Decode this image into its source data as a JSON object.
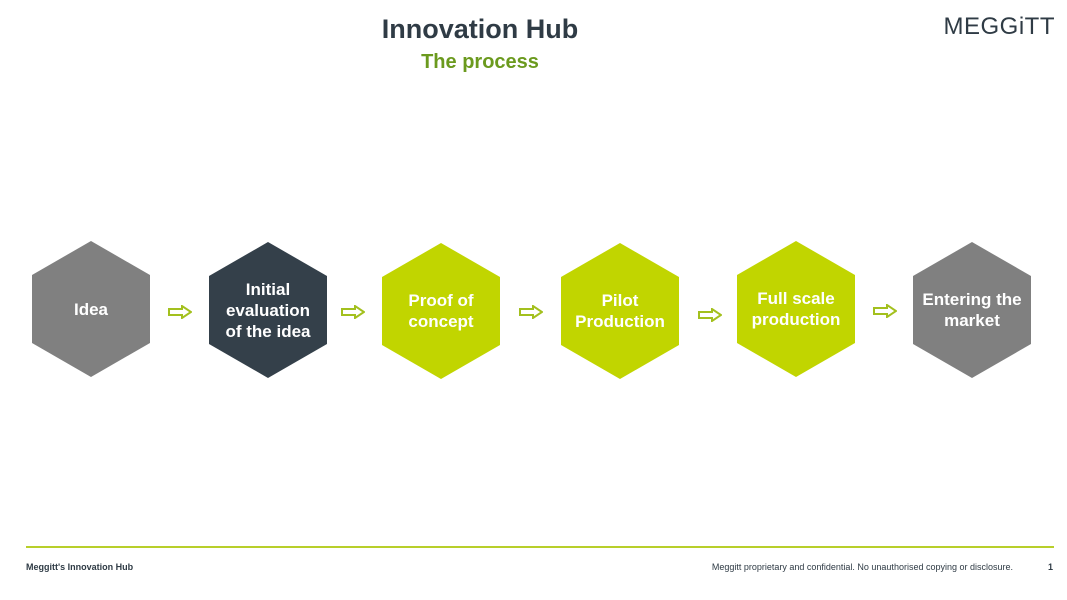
{
  "header": {
    "title": "Innovation Hub",
    "subtitle": "The process",
    "logo_text": "MEGGiTT"
  },
  "colors": {
    "title": "#2f3b45",
    "subtitle": "#6b9a1e",
    "grey": "#808080",
    "dark": "#34404a",
    "lime": "#c1d500",
    "arrow": "#a3c01e",
    "rule": "#b8cf2a"
  },
  "process": {
    "steps": [
      {
        "label": "Idea",
        "color": "#808080"
      },
      {
        "label": "Initial\nevaluation\nof the idea",
        "color": "#34404a"
      },
      {
        "label": "Proof of\nconcept",
        "color": "#c1d500"
      },
      {
        "label": "Pilot\nProduction",
        "color": "#c1d500"
      },
      {
        "label": "Full scale\nproduction",
        "color": "#c1d500"
      },
      {
        "label": "Entering the\nmarket",
        "color": "#808080"
      }
    ],
    "connector_icon": "right-arrow-icon"
  },
  "footer": {
    "left": "Meggitt's Innovation Hub",
    "right": "Meggitt proprietary and confidential.  No unauthorised copying or disclosure.",
    "page": "1"
  }
}
